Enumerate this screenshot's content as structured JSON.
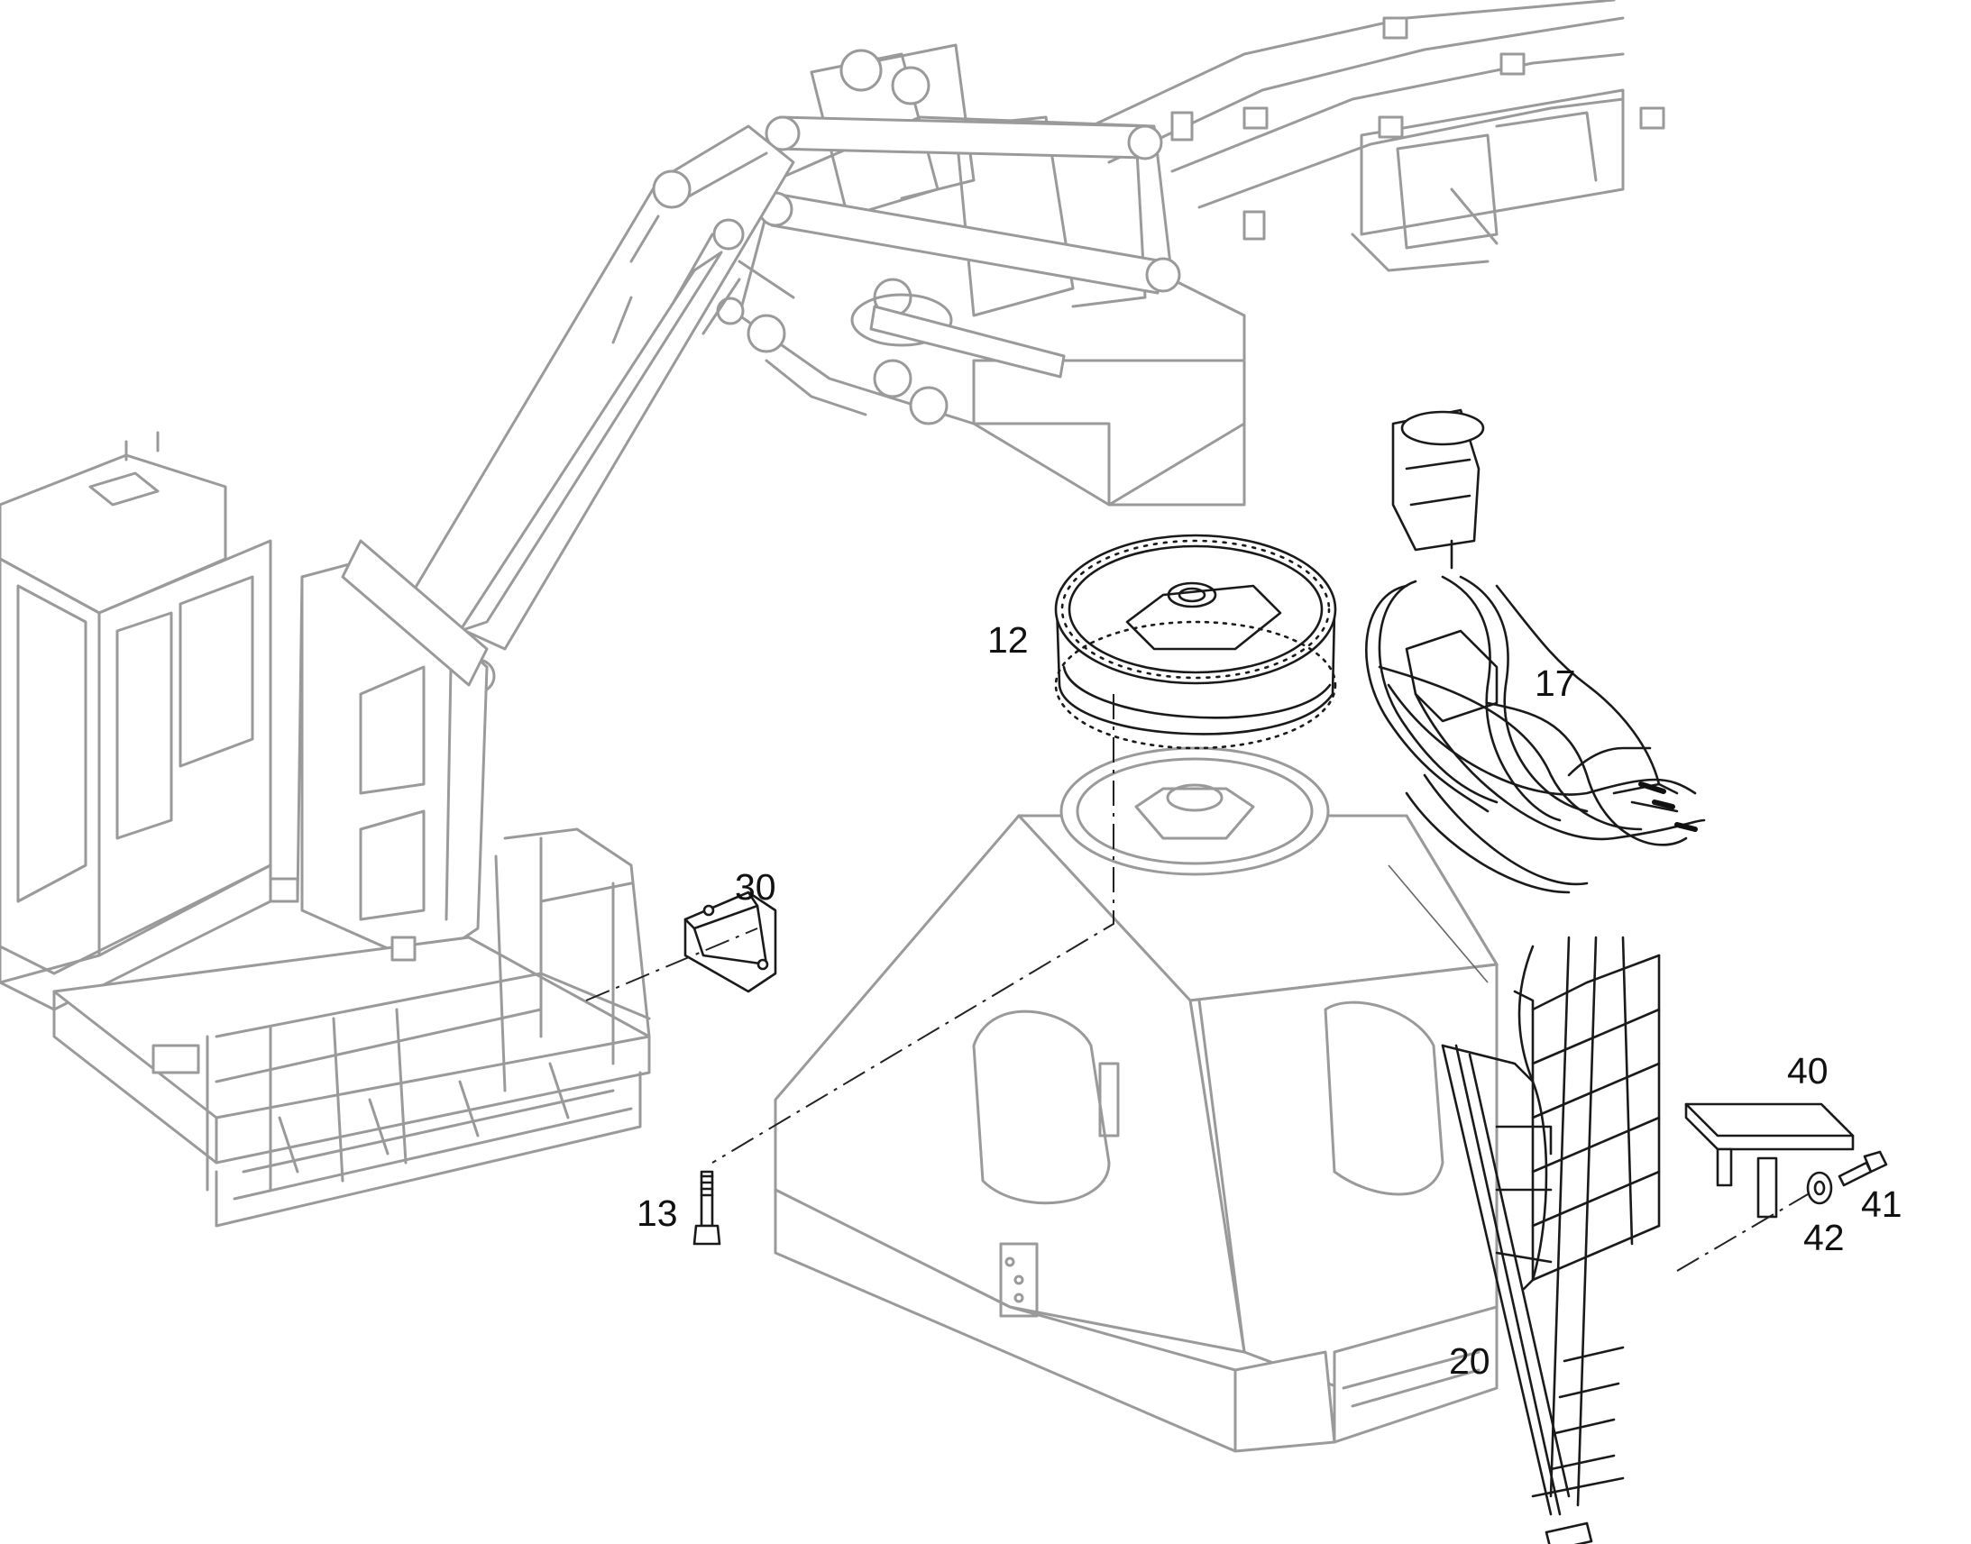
{
  "callouts": {
    "c12": "12",
    "c13": "13",
    "c17": "17",
    "c20": "20",
    "c30": "30",
    "c40": "40",
    "c41": "41",
    "c42": "42"
  },
  "colors": {
    "background": "#ffffff",
    "line_art": "#1a1a1a",
    "context_parts": "#9a9a9a"
  }
}
